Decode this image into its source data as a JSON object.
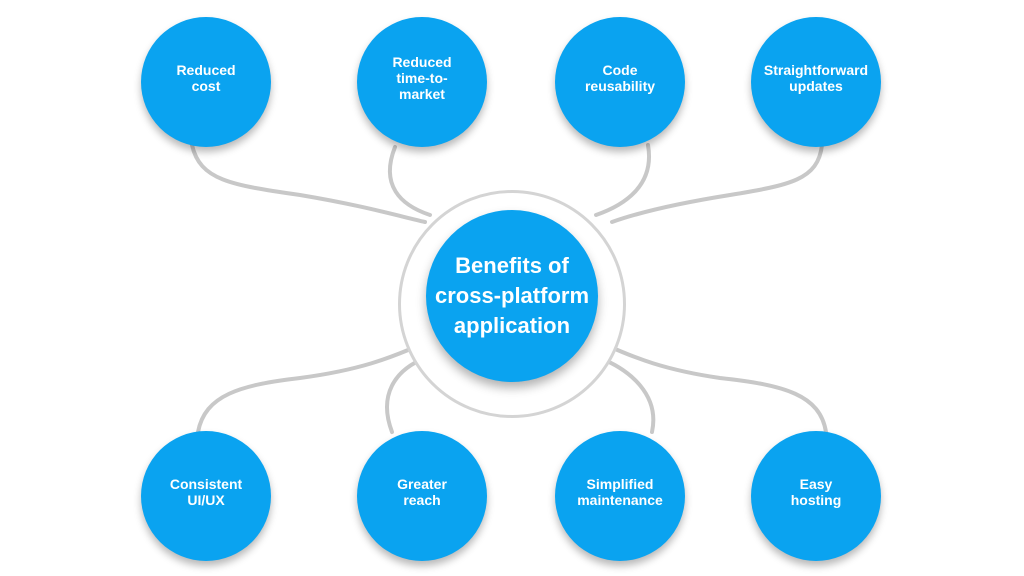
{
  "colors": {
    "node_fill": "#0aa3f0",
    "text": "#ffffff",
    "connector": "#c8c8c8",
    "background": "#ffffff"
  },
  "hub": {
    "title": "Benefits of\ncross-platform\napplication"
  },
  "nodes": [
    {
      "label": "Reduced\ncost"
    },
    {
      "label": "Reduced\ntime-to-\nmarket"
    },
    {
      "label": "Code\nreusability"
    },
    {
      "label": "Straightforward\nupdates"
    },
    {
      "label": "Consistent\nUI/UX"
    },
    {
      "label": "Greater\nreach"
    },
    {
      "label": "Simplified\nmaintenance"
    },
    {
      "label": "Easy\nhosting"
    }
  ]
}
